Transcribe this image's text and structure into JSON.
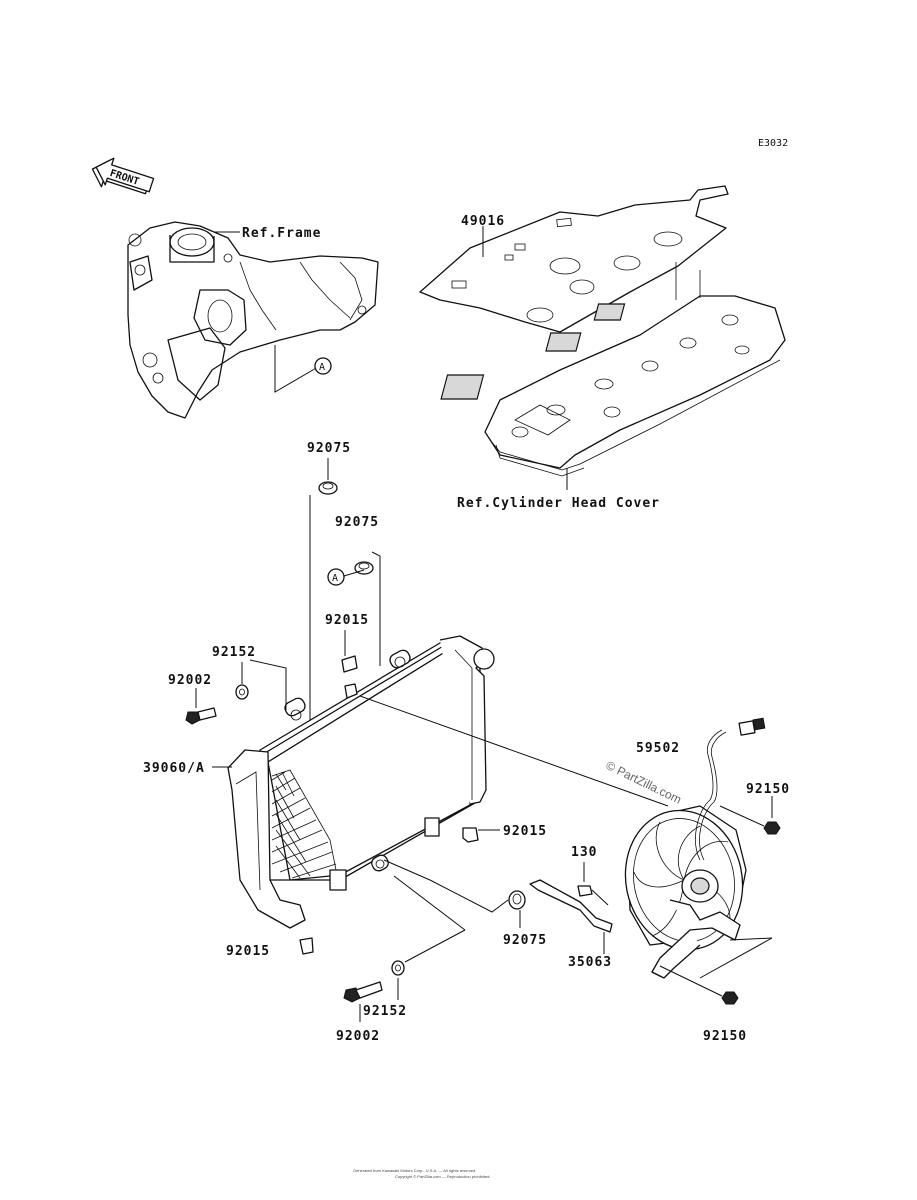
{
  "diagram_code": "E3032",
  "front_label": "FRONT",
  "refs": {
    "frame": "Ref.Frame",
    "cylinder_head_cover": "Ref.Cylinder Head Cover"
  },
  "callout_letter": "A",
  "watermark": "© PartZilla.com",
  "footer": {
    "line1": "Generated from Kawasaki Motors Corp., U.S.A. — All rights reserved.",
    "line2": "Copyright © PartZilla.com — Reproduction prohibited."
  },
  "parts": {
    "p49016": "49016",
    "p92075_top": "92075",
    "p92075_mid": "92075",
    "p92015_top": "92015",
    "p92152_top": "92152",
    "p92002_top": "92002",
    "p39060": "39060/A",
    "p59502": "59502",
    "p92150_top": "92150",
    "p92015_right": "92015",
    "p130": "130",
    "p92015_bottom": "92015",
    "p92075_bottom": "92075",
    "p35063": "35063",
    "p92152_bottom": "92152",
    "p92002_bottom": "92002",
    "p92150_bottom": "92150"
  },
  "colors": {
    "line": "#111111",
    "background": "#ffffff",
    "watermark": "#666666"
  }
}
